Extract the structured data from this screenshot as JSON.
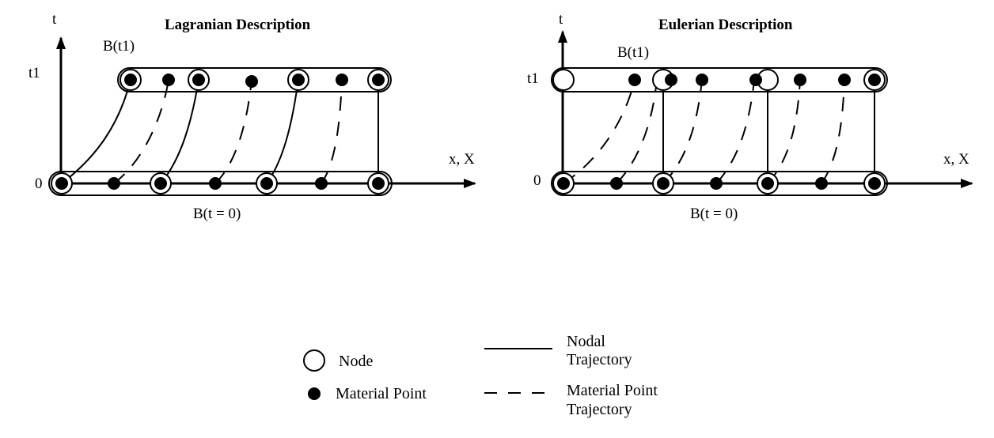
{
  "left_panel": {
    "title": "Lagranian Description",
    "axis_t": "t",
    "axis_x": "x, X",
    "tick_t1": "t1",
    "tick_0": "0",
    "body_top": "B(t1)",
    "body_bottom": "B(t = 0)"
  },
  "right_panel": {
    "title": "Eulerian Description",
    "axis_t": "t",
    "axis_x": "x, X",
    "tick_t1": "t1",
    "tick_0": "0",
    "body_top": "B(t1)",
    "body_bottom": "B(t = 0)"
  },
  "legend": {
    "node": "Node",
    "material_point": "Material  Point",
    "nodal_trajectory_line1": "Nodal",
    "nodal_trajectory_line2": "Trajectory",
    "material_trajectory_line1": "Material Point",
    "material_trajectory_line2": "Trajectory"
  },
  "colors": {
    "ink": "#000000",
    "background": "#ffffff"
  }
}
